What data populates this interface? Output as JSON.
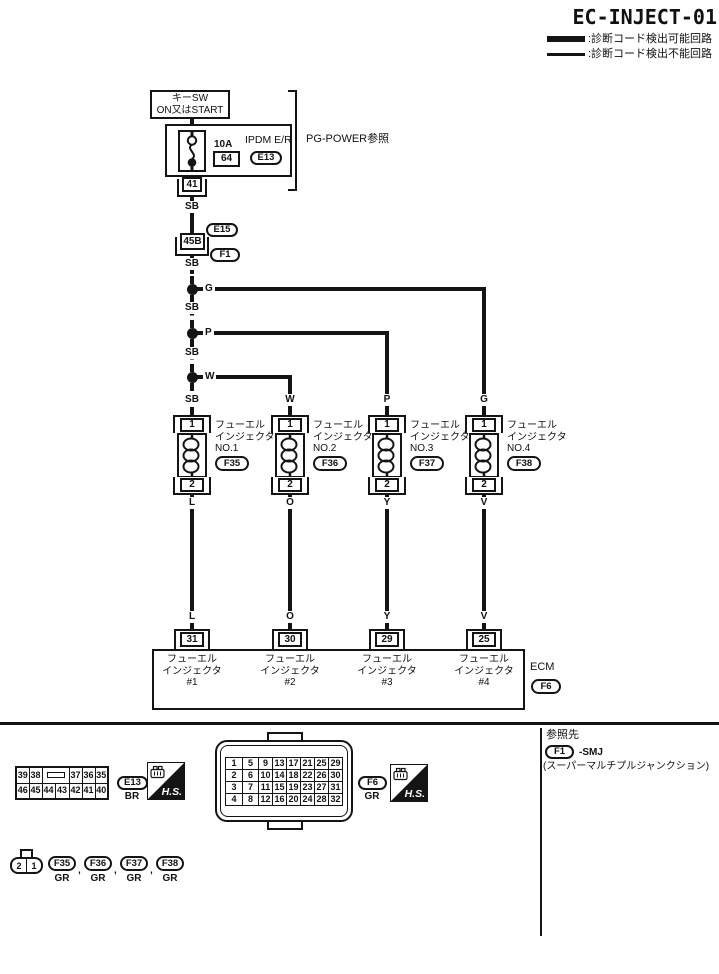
{
  "title": "EC-INJECT-01",
  "legend": {
    "detectable_label": ":診断コード検出可能回路",
    "undetectable_label": ":診断コード検出不能回路"
  },
  "power_supply": {
    "switch_line1": "キーSW",
    "switch_line2": "ON又はSTART",
    "module_name": "IPDM E/R",
    "module_connector": "E13",
    "fuse_rating": "10A",
    "fuse_number": "64",
    "reference_note": "PG-POWER参照",
    "output_pin": "41"
  },
  "junction_chain": {
    "wire_color": "SB",
    "pin": "45B",
    "connector_above": "E15",
    "connector_below": "F1"
  },
  "branches": [
    {
      "wire_color": "G"
    },
    {
      "wire_color": "P"
    },
    {
      "wire_color": "W"
    }
  ],
  "injectors": [
    {
      "pin_top": "1",
      "pin_bottom": "2",
      "label_line1": "フューエル",
      "label_line2": "インジェクタ",
      "label_no": "NO.1",
      "connector": "F35",
      "wire_in": "SB",
      "wire_out": "L",
      "ecm_pin": "31",
      "ecm_no": "#1"
    },
    {
      "pin_top": "1",
      "pin_bottom": "2",
      "label_line1": "フューエル",
      "label_line2": "インジェクタ",
      "label_no": "NO.2",
      "connector": "F36",
      "wire_in": "W",
      "wire_out": "O",
      "ecm_pin": "30",
      "ecm_no": "#2"
    },
    {
      "pin_top": "1",
      "pin_bottom": "2",
      "label_line1": "フューエル",
      "label_line2": "インジェクタ",
      "label_no": "NO.3",
      "connector": "F37",
      "wire_in": "P",
      "wire_out": "Y",
      "ecm_pin": "29",
      "ecm_no": "#3"
    },
    {
      "pin_top": "1",
      "pin_bottom": "2",
      "label_line1": "フューエル",
      "label_line2": "インジェクタ",
      "label_no": "NO.4",
      "connector": "F38",
      "wire_in": "G",
      "wire_out": "V",
      "ecm_pin": "25",
      "ecm_no": "#4"
    }
  ],
  "ecm": {
    "name": "ECM",
    "connector": "F6"
  },
  "footer": {
    "separator": ",",
    "hs_label": "H.S.",
    "e13_connector": {
      "row1": [
        "39",
        "38",
        "37",
        "36",
        "35"
      ],
      "row2": [
        "46",
        "45",
        "44",
        "43",
        "42",
        "41",
        "40"
      ],
      "label": "E13",
      "color": "BR"
    },
    "f6_connector": {
      "rows": [
        [
          "1",
          "5",
          "9",
          "13",
          "17",
          "21",
          "25",
          "29"
        ],
        [
          "2",
          "6",
          "10",
          "14",
          "18",
          "22",
          "26",
          "30"
        ],
        [
          "3",
          "7",
          "11",
          "15",
          "19",
          "23",
          "27",
          "31"
        ],
        [
          "4",
          "8",
          "12",
          "16",
          "20",
          "24",
          "28",
          "32"
        ]
      ],
      "label": "F6",
      "color": "GR"
    },
    "pigtail": {
      "pins": [
        "2",
        "1"
      ]
    },
    "injector_connectors": [
      {
        "label": "F35",
        "color": "GR"
      },
      {
        "label": "F36",
        "color": "GR"
      },
      {
        "label": "F37",
        "color": "GR"
      },
      {
        "label": "F38",
        "color": "GR"
      }
    ],
    "reference": {
      "heading": "参照先",
      "connector": "F1",
      "suffix": "-SMJ",
      "note": "(スーパーマルチプルジャンクション)"
    }
  }
}
